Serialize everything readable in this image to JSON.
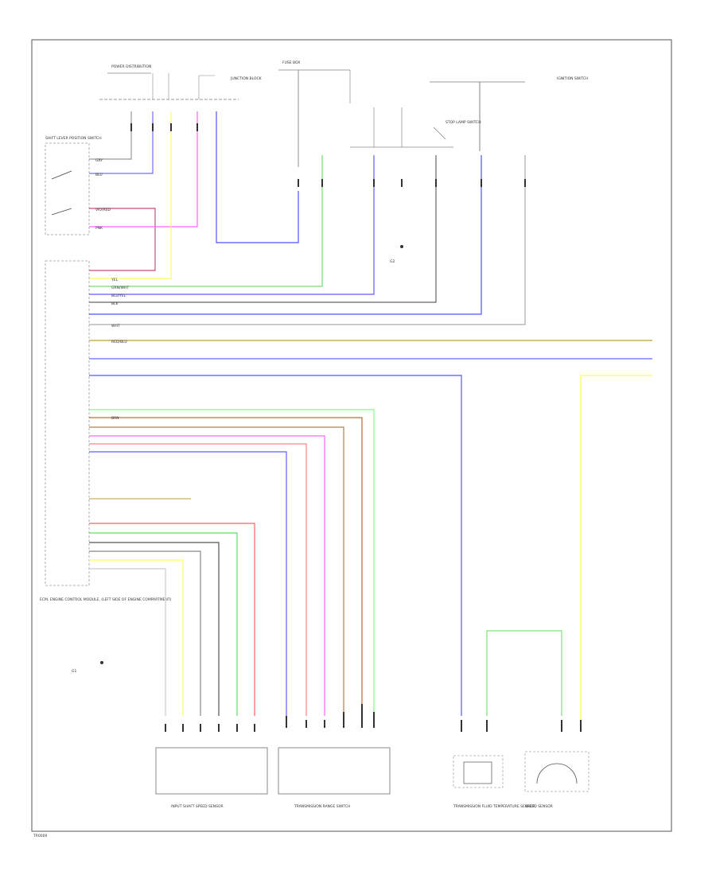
{
  "diagram": {
    "footer_code": "TR0000",
    "components": {
      "main_module": "ECM, ENGINE CONTROL MODULE, (LEFT SIDE OF ENGINE COMPARTMENT)",
      "shift_lever_switch": "SHIFT LEVER POSITION SWITCH",
      "first_sensor": "INPUT SHAFT SPEED SENSOR",
      "second_sensor": "TRANSMISSION RANGE SWITCH",
      "third_sensor": "TRANSMISSION FLUID TEMPERATURE SENSOR",
      "fourth_sensor": "SPEED SENSOR",
      "ground": "G1",
      "power_dist": "POWER DISTRIBUTION",
      "junction_block": "JUNCTION BLOCK",
      "fuse_box": "FUSE BOX",
      "ignition": "IGNITION SWITCH",
      "brake_switch": "STOP LAMP SWITCH",
      "rear_ground": "G2"
    },
    "wire_labels": {
      "w1": "GRY",
      "w2": "BLU",
      "w3": "VIO/RED",
      "w4": "PNK",
      "w5": "YEL",
      "w6": "GRN/WHT",
      "w7": "BLU/YEL",
      "w8": "BLK",
      "w9": "WHT",
      "w10": "RED/BLU",
      "w11": "BRN"
    }
  }
}
